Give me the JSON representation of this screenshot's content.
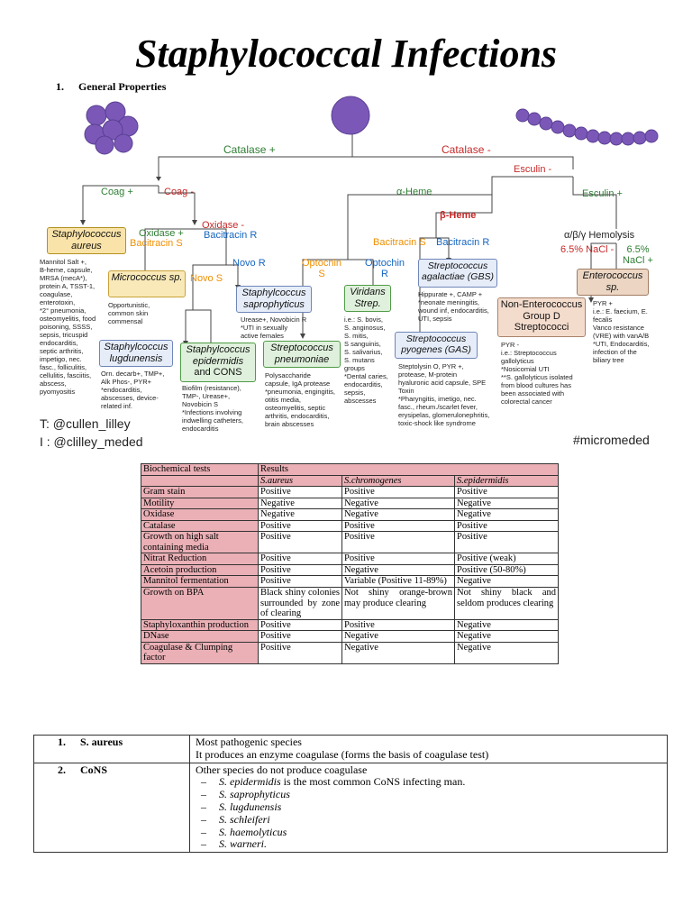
{
  "title": "Staphylococcal Infections",
  "section": {
    "number": "1.",
    "label": "General Properties"
  },
  "flow": {
    "catalase_pos": "Catalase +",
    "catalase_neg": "Catalase -",
    "coag_pos": "Coag +",
    "coag_neg": "Coag -",
    "esculin_neg": "Esculin -",
    "esculin_pos": "Esculin +",
    "alpha_heme": "α-Heme",
    "beta_heme": "β-Heme",
    "abg_hemolysis": "α/β/γ Hemolysis",
    "oxidase_pos": "Oxidase +",
    "bacitracin_s1": "Bacitracin S",
    "oxidase_neg": "Oxidase -",
    "bacitracin_r1": "Bacitracin R",
    "novo_r": "Novo R",
    "novo_s": "Novo S",
    "optochin_s": "Optochin S",
    "optochin_r": "Optochin R",
    "bacitracin_s2": "Bacitracin S",
    "bacitracin_r2": "Bacitracin R",
    "nacl_neg": "6.5% NaCl -",
    "nacl_pos": "6.5% NaCl +",
    "s_aureus": "Staphylococcus aureus",
    "micrococcus": "Micrococcus sp.",
    "saprophyticus": "Staphylcoccus saprophyticus",
    "lugdunensis": "Staphylcoccus lugdunensis",
    "epidermidis": "Staphylcoccus epidermidis",
    "epidermidis_tail": "and CONS",
    "pneumoniae": "Streptococcus pneumoniae",
    "viridans": "Viridans Strep.",
    "gbs": "Streptococcus agalactiae (GBS)",
    "gas": "Streptococcus pyogenes (GAS)",
    "non_entero": "Non-Enterococcus Group D Streptococci",
    "enterococcus": "Enterococcus sp.",
    "notes": {
      "s_aureus": [
        "Mannitol Salt +,",
        "B-heme, capsule,",
        "MRSA (mecA*),",
        "protein A, TSST-1,",
        "coagulase,",
        "enterotoxin,",
        "*2° pneumonia,",
        "osteomyelitis, food",
        "poisoning, SSSS,",
        "sepsis, tricuspid",
        "endocarditis,",
        "septic arthritis,",
        "impetigo, nec.",
        "fasc., folliculitis,",
        "cellulitis, fasciitis,",
        "abscess,",
        "pyomyositis"
      ],
      "micrococcus": [
        "Opportunistic,",
        "common skin",
        "commensal"
      ],
      "saprophyticus": [
        "Urease+, Novobicin R",
        "*UTI in sexually",
        "active females"
      ],
      "lugdunensis": [
        "Orn. decarb+, TMP+,",
        "Alk Phos-, PYR+",
        "*endocarditis,",
        "abscesses, device-",
        "related inf."
      ],
      "epidermidis": [
        "Biofilm (resistance),",
        "TMP-, Urease+,",
        "Novobicin S",
        "*Infections involving",
        "indwelling catheters,",
        "endocarditis"
      ],
      "pneumoniae": [
        "Polysaccharide",
        "capsule, IgA protease",
        "*pneumonia, engingitis,",
        "otitis media,",
        "osteomyelitis, septic",
        "arthritis, endocarditis,",
        "brain abscesses"
      ],
      "viridans": [
        "i.e.: S. bovis,",
        "S. anginosus,",
        "S. mitis,",
        "S sanguinis,",
        "S. salivarius,",
        "S. mutans",
        "groups",
        "*Dental caries,",
        "endocarditis,",
        "sepsis,",
        "abscesses"
      ],
      "gbs": [
        "Hippurate +, CAMP +",
        "*neonate meningitis,",
        "wound inf, endocarditis,",
        "UTI, sepsis"
      ],
      "gas": [
        "Steptolysin O, PYR +,",
        "protease, M-protein",
        "hyaluronic acid capsule, SPE",
        "Toxin",
        "*Pharyngitis, imetigo, nec.",
        "fasc., rheum./scarlet fever,",
        "erysipelas, glomerulonephritis,",
        "toxic-shock like syndrome"
      ],
      "non_entero": [
        "PYR -",
        "i.e.: Streptococcus",
        "gallolyticus",
        "*Nosicomial UTI",
        "**S. gallolyticus isolated",
        "from blood cultures has",
        "been associated with",
        "colorectal cancer"
      ],
      "enterococcus": [
        "PYR +",
        "i.e.: E. faecium, E.",
        "fecalis",
        "Vanco resistance",
        "(VRE) with vanA/B",
        "*UTI, Endocarditis,",
        "infection of the",
        "biliary tree"
      ]
    },
    "twitter": "T: @cullen_lilley",
    "instagram": "I : @clilley_meded",
    "hashtag": "#micromeded"
  },
  "bio_table": {
    "header_left": "Biochemical tests",
    "header_results": "Results",
    "species": [
      "S.aureus",
      "S.chromogenes",
      "S.epidermidis"
    ],
    "rows": [
      {
        "test": "Gram stain",
        "vals": [
          "Positive",
          "Positive",
          "Positive"
        ]
      },
      {
        "test": "Motility",
        "vals": [
          "Negative",
          "Negative",
          "Negative"
        ]
      },
      {
        "test": "Oxidase",
        "vals": [
          "Negative",
          "Negative",
          "Negative"
        ]
      },
      {
        "test": "Catalase",
        "vals": [
          "Positive",
          "Positive",
          "Positive"
        ]
      },
      {
        "test": "Growth on high salt containing media",
        "vals": [
          "Positive",
          "Positive",
          "Positive"
        ]
      },
      {
        "test": "Nitrat Reduction",
        "vals": [
          "Positive",
          "Positive",
          "Positive (weak)"
        ]
      },
      {
        "test": "Acetoin production",
        "vals": [
          "Positive",
          "Negative",
          "Positive (50-80%)"
        ]
      },
      {
        "test": "Mannitol fermentation",
        "vals": [
          "Positive",
          "Variable (Positive 11-89%)",
          "Negative"
        ]
      },
      {
        "test": "Growth on BPA",
        "vals": [
          "Black shiny colonies surrounded by zone of clearing",
          "Not shiny orange-brown may produce clearing",
          "Not shiny black and seldom produces clearing"
        ]
      },
      {
        "test": "Staphyloxanthin production",
        "vals": [
          "Positive",
          "Positive",
          "Negative"
        ]
      },
      {
        "test": "DNase",
        "vals": [
          "Positive",
          "Negative",
          "Negative"
        ]
      },
      {
        "test": "Coagulase & Clumping factor",
        "vals": [
          "Positive",
          "Negative",
          "Negative"
        ]
      }
    ]
  },
  "lower_table": {
    "row1": {
      "num": "1.",
      "name": "S. aureus",
      "line1": "Most pathogenic species",
      "line2": "It produces an enzyme coagulase (forms the basis of coagulase test)"
    },
    "row2": {
      "num": "2.",
      "name": "CoNS",
      "line1": "Other species do not produce coagulase",
      "first_item": {
        "species": "S. epidermidis",
        "rest": " is the most common CoNS infecting man."
      },
      "items": [
        "S. saprophyticus",
        "S. lugdunensis",
        "S. schleiferi",
        "S. haemolyticus",
        "S. warneri."
      ]
    }
  }
}
